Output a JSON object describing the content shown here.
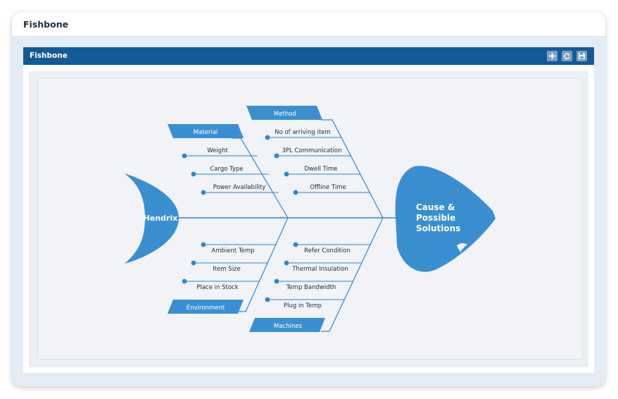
{
  "page": {
    "title": "Fishbone"
  },
  "panel": {
    "title": "Fishbone",
    "tools": [
      {
        "name": "add-icon"
      },
      {
        "name": "refresh-icon"
      },
      {
        "name": "save-icon"
      }
    ]
  },
  "colors": {
    "brand_blue": "#135b96",
    "fish_blue": "#3a8fd1",
    "line_blue": "#2f86cc"
  },
  "fishbone": {
    "head": [
      "Cause &",
      "Possible",
      "Solutions"
    ],
    "tail": "Hendrix",
    "categories": {
      "material": {
        "label": "Material",
        "causes": [
          "Weight",
          "Cargo Type",
          "Power Availability"
        ]
      },
      "method": {
        "label": "Method",
        "causes": [
          "No of arriving item",
          "3PL Communication",
          "Dwell Time",
          "Offline Time"
        ]
      },
      "environment": {
        "label": "Environment",
        "causes": [
          "Ambient Temp",
          "Item Size",
          "Place in Stock"
        ]
      },
      "machines": {
        "label": "Machines",
        "causes": [
          "Refer Condition",
          "Thermal Insulation",
          "Temp Bandwidth",
          "Plug in Temp"
        ]
      }
    }
  }
}
